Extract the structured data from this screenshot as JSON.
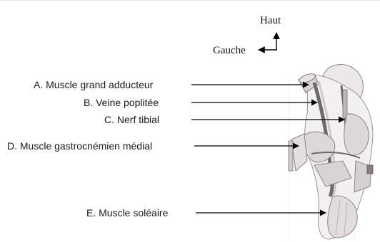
{
  "orientation": {
    "up_label": "Haut",
    "left_label": "Gauche"
  },
  "labels": [
    {
      "text": "A. Muscle grand adducteur"
    },
    {
      "text": "B. Veine poplitée"
    },
    {
      "text": "C. Nerf tibial"
    },
    {
      "text": "D. Muscle gastrocnémien médial"
    },
    {
      "text": "E. Muscle soléaire"
    }
  ],
  "colors": {
    "text": "#1a1a1a",
    "line": "#000000",
    "illustration_fill": "#dcd6d6",
    "illustration_stroke": "#8a8585"
  }
}
